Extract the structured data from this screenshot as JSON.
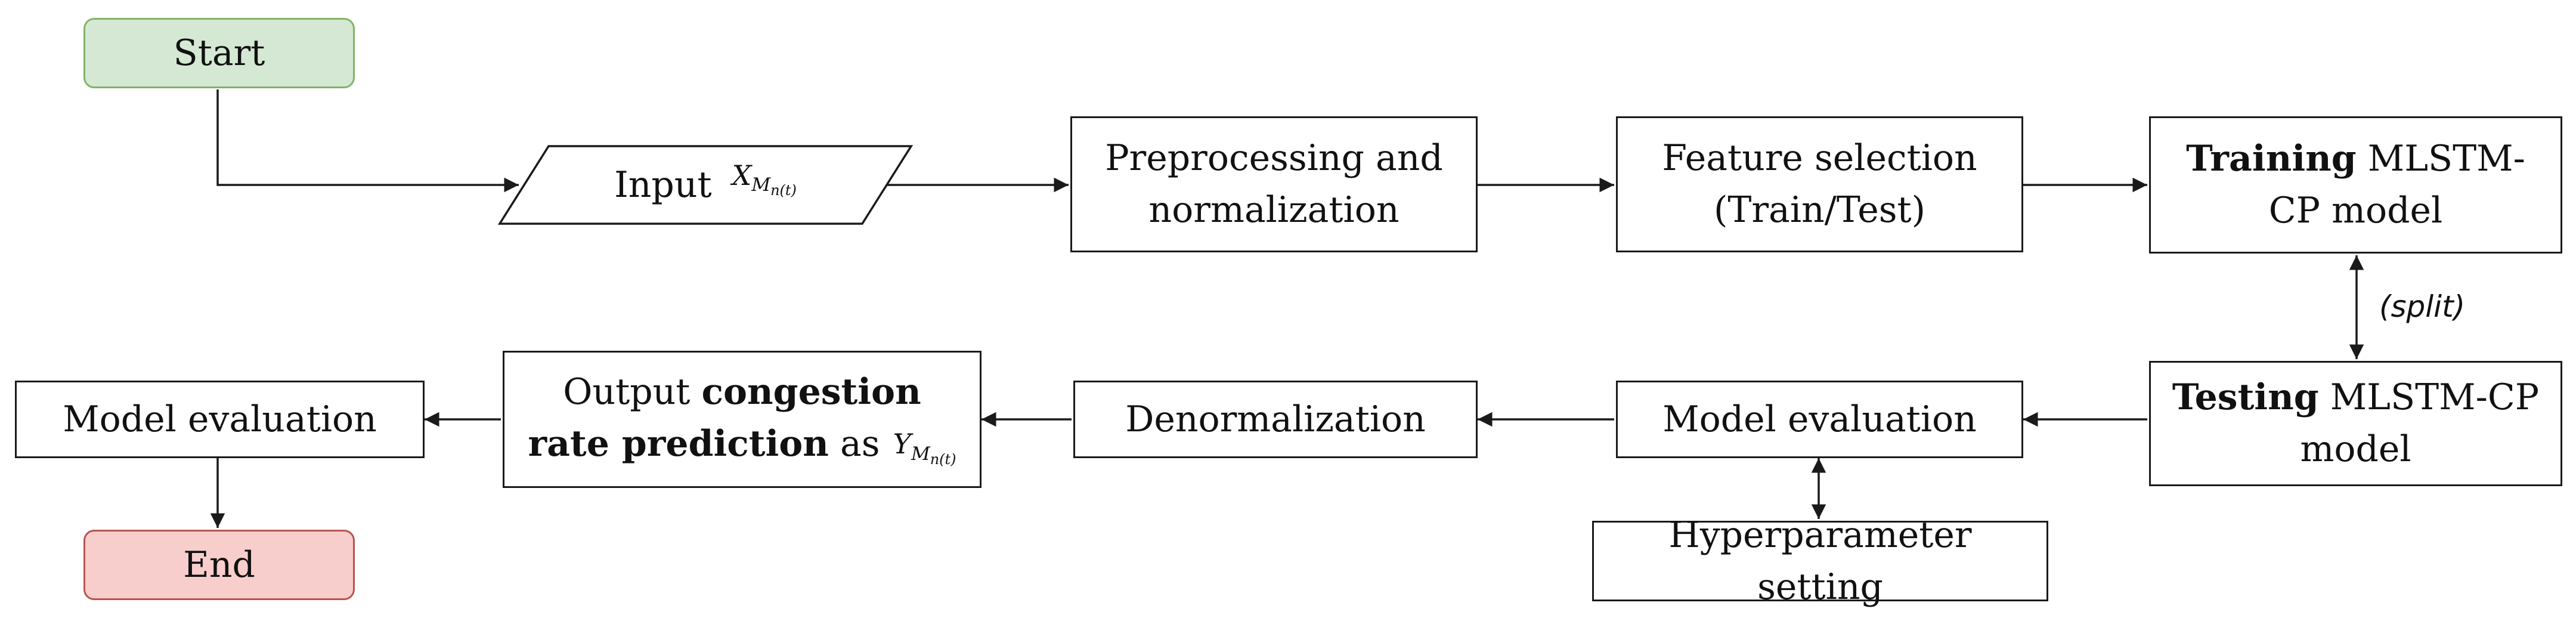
{
  "nodes": {
    "start": "Start",
    "input_label": "Input",
    "input_var": "X",
    "input_sub": "M",
    "input_subsub": "n(t)",
    "preprocessing": "Preprocessing and normalization",
    "feature_selection": "Feature selection (Train/Test)",
    "training_bold": "Training",
    "training_rest": " MLSTM-CP model",
    "testing_bold": "Testing",
    "testing_rest": " MLSTM-CP model",
    "model_evaluation_mid": "Model evaluation",
    "hyperparameter": "Hyperparameter setting",
    "denormalization": "Denormalization",
    "output_prefix": "Output ",
    "output_bold": "congestion rate prediction",
    "output_as": " as",
    "output_var": "Y",
    "output_sub": "M",
    "output_subsub": "n(t)",
    "model_evaluation_left": "Model evaluation",
    "end": "End"
  },
  "edge_labels": {
    "split": "(split)"
  },
  "colors": {
    "start_fill": "#d5e8d4",
    "start_stroke": "#82b366",
    "end_fill": "#f8cecc",
    "end_stroke": "#b85450"
  }
}
